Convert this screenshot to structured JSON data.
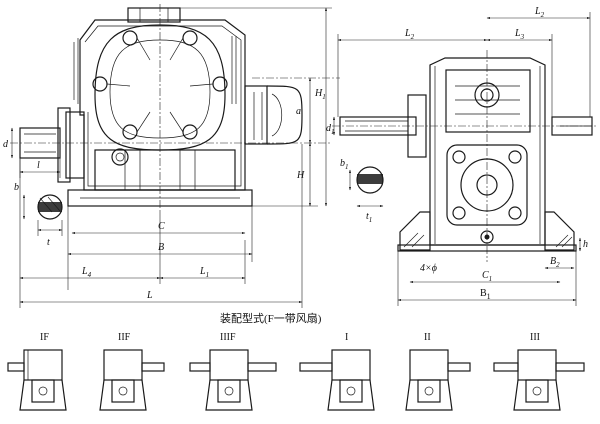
{
  "front_view": {
    "dims": {
      "d": "d",
      "l": "l",
      "b": "b",
      "t": "t",
      "C": "C",
      "B": "B",
      "L4": "L",
      "L4_sub": "4",
      "L1": "L",
      "L1_sub": "1",
      "L": "L",
      "a": "a",
      "H": "H",
      "H1": "H",
      "H1_sub": "1"
    }
  },
  "side_view": {
    "dims": {
      "L2_top": "L",
      "L2_top_sub": "2",
      "L2": "L",
      "L2_sub": "2",
      "L3": "L",
      "L3_sub": "3",
      "d1": "d",
      "d1_sub": "1",
      "b1": "b",
      "b1_sub": "1",
      "t1": "t",
      "t1_sub": "1",
      "h": "h",
      "holes": "4×ϕ",
      "B2": "B",
      "B2_sub": "2",
      "C1": "C",
      "C1_sub": "1",
      "B1": "B",
      "B1_sub": "1"
    }
  },
  "assembly_caption": "装配型式(F一带风扇)",
  "assembly_types": [
    "IF",
    "IIF",
    "IIIF",
    "I",
    "II",
    "III"
  ]
}
